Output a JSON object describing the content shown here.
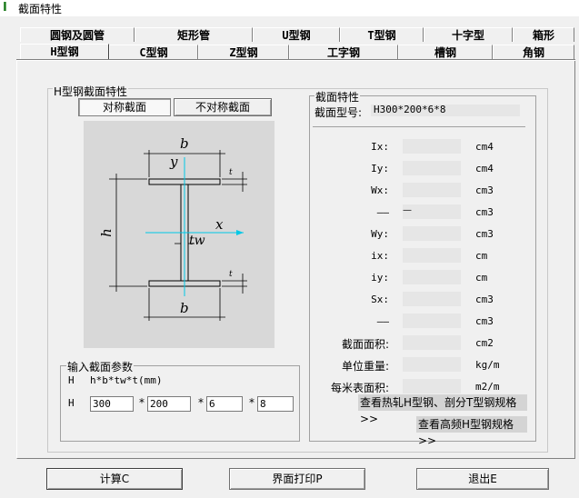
{
  "window": {
    "title": "截面特性",
    "icon": "I"
  },
  "tabs_row1": [
    "圆钢及圆管",
    "矩形管",
    "U型钢",
    "T型钢",
    "十字型",
    "箱形"
  ],
  "tabs_row2": [
    "H型钢",
    "C型钢",
    "Z型钢",
    "工字钢",
    "槽钢",
    "角钢"
  ],
  "left_group": {
    "title": "H型钢截面特性",
    "sym_button": "对称截面",
    "asym_button": "不对称截面",
    "diagram": {
      "b_top": "b",
      "b_bottom": "b",
      "h": "h",
      "y": "y",
      "x": "x",
      "tw": "tw",
      "t_top": "t",
      "t_bottom": "t"
    }
  },
  "input_group": {
    "title": "输入截面参数",
    "hint_prefix": "H",
    "hint_formula": "h*b*tw*t(mm)",
    "row_prefix": "H",
    "values": [
      "300",
      "200",
      "6",
      "8"
    ],
    "sep": "*"
  },
  "right_group": {
    "title": "截面特性",
    "model_label": "截面型号:",
    "model_value": "H300*200*6*8",
    "rows": [
      {
        "label": "Ix:",
        "value": "",
        "unit": "cm4"
      },
      {
        "label": "Iy:",
        "value": "",
        "unit": "cm4"
      },
      {
        "label": "Wx:",
        "value": "",
        "unit": "cm3"
      },
      {
        "label": "——",
        "value": "—",
        "unit": "cm3"
      },
      {
        "label": "Wy:",
        "value": "",
        "unit": "cm3"
      },
      {
        "label": "ix:",
        "value": "",
        "unit": "cm"
      },
      {
        "label": "iy:",
        "value": "",
        "unit": "cm"
      },
      {
        "label": "Sx:",
        "value": "",
        "unit": "cm3"
      },
      {
        "label": "——",
        "value": "",
        "unit": "cm3"
      },
      {
        "label": "截面面积:",
        "value": "",
        "unit": "cm2"
      },
      {
        "label": "单位重量:",
        "value": "",
        "unit": "kg/m"
      },
      {
        "label": "每米表面积:",
        "value": "",
        "unit": "m2/m"
      }
    ],
    "link_hot_rolled": "查看热轧H型钢、剖分T型钢规格>>",
    "link_high_freq": "查看高频H型钢规格>>"
  },
  "buttons": {
    "calc": "计算C",
    "print": "界面打印P",
    "exit": "退出E"
  },
  "colors": {
    "diagram_bg": "#d8d8d8",
    "axis": "#00c8e6",
    "icon": "#1a7a1a"
  }
}
